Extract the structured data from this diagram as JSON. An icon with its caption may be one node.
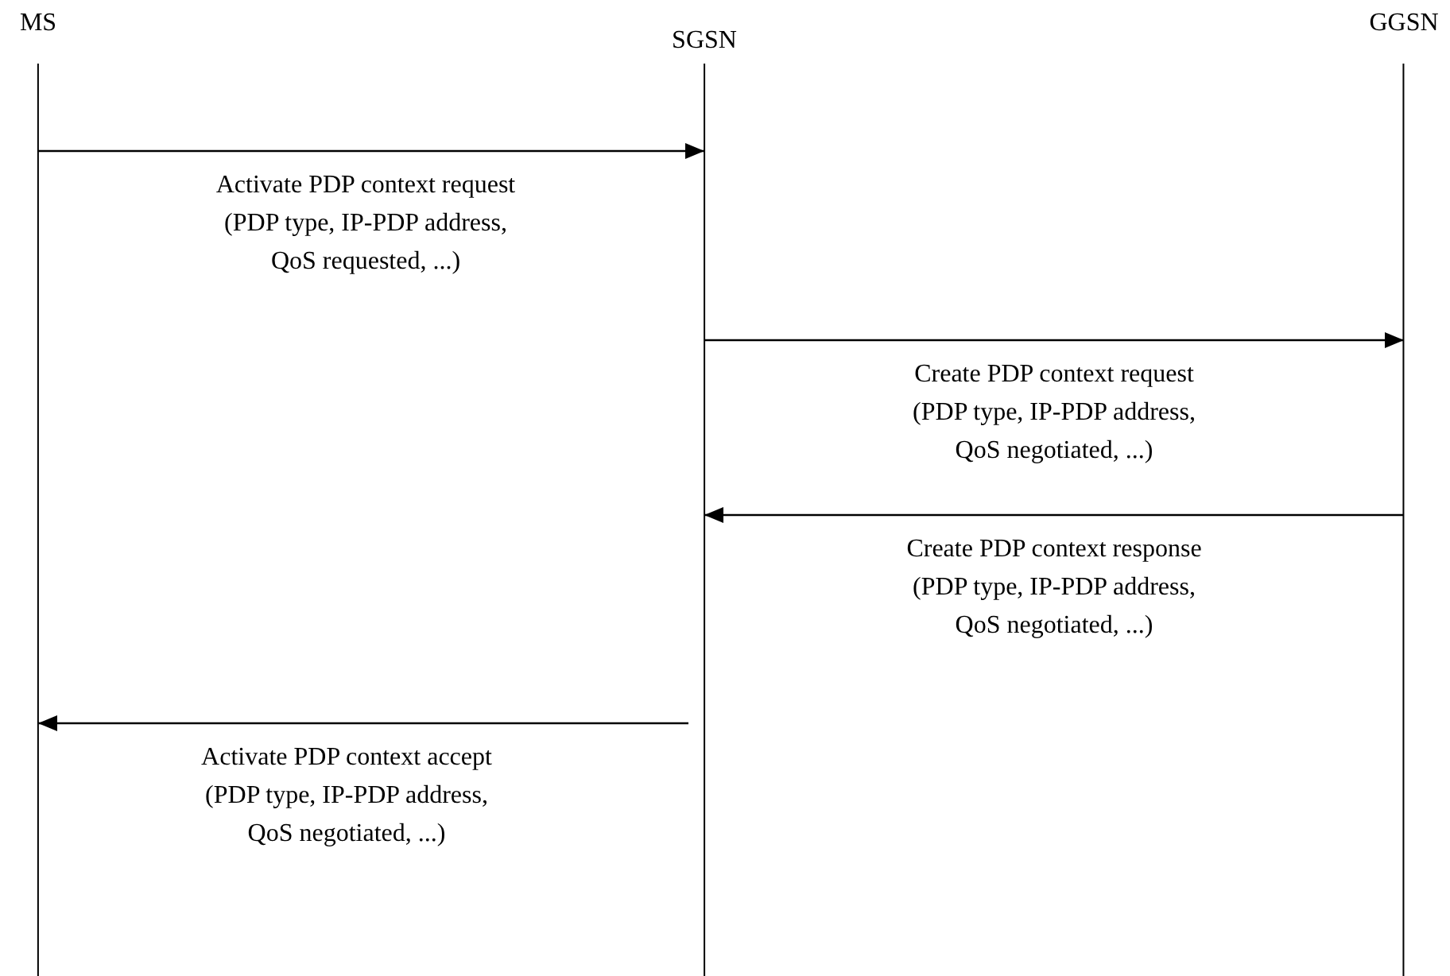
{
  "diagram": {
    "nodes": [
      {
        "text": [
          "MS"
        ]
      },
      {
        "text": [
          "SGSN"
        ]
      },
      {
        "text": [
          "GGSN"
        ]
      }
    ],
    "edges": [
      {
        "from": 0,
        "to": 1,
        "arrow": "to",
        "label": "Activate PDP context request (PDP type, IP-PDP address, QoS requested, ...)"
      },
      {
        "from": 1,
        "to": 2,
        "arrow": "to",
        "label": "Create PDP context request (PDP type, IP-PDP address, QoS negotiated, ...)"
      },
      {
        "from": 2,
        "to": 1,
        "arrow": "to",
        "label": "Create PDP context response (PDP type, IP-PDP address, QoS negotiated, ...)"
      },
      {
        "from": 1,
        "to": 0,
        "arrow": "to",
        "label": "Activate PDP context accept (PDP type, IP-PDP address, QoS negotiated, ...)"
      }
    ]
  }
}
